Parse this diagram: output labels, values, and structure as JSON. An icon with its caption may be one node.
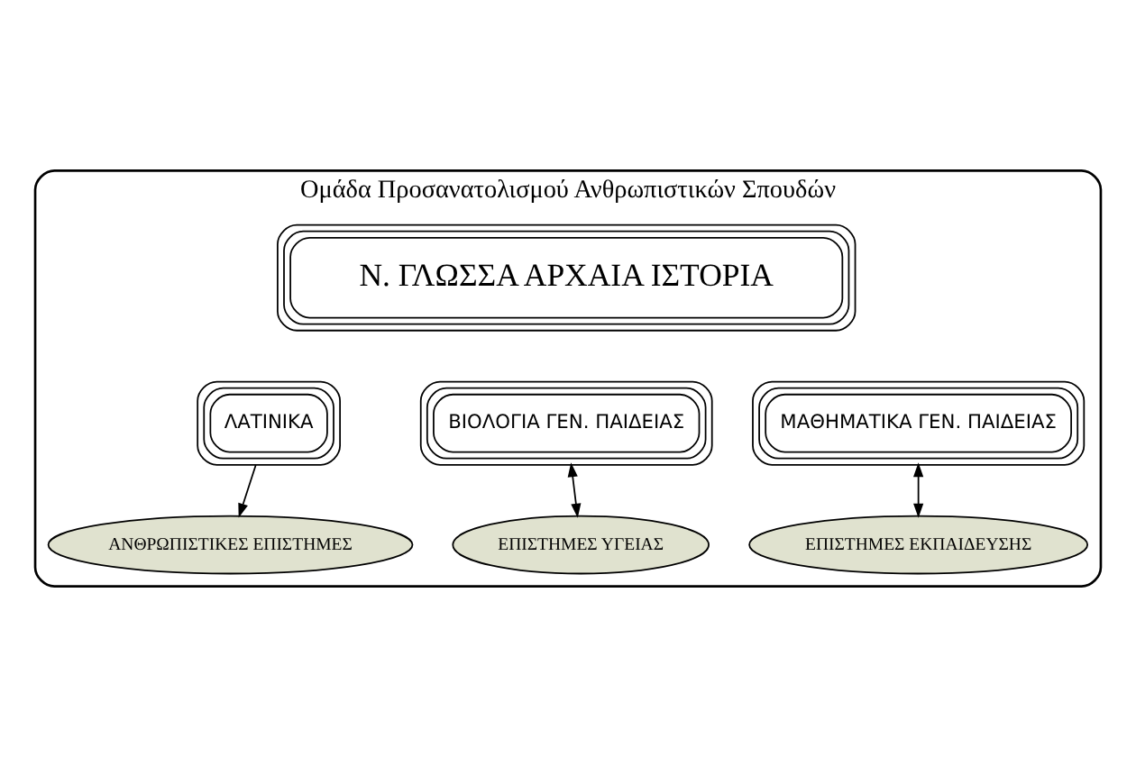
{
  "diagram": {
    "nodes": [
      {
        "text": [
          "Ομάδα Προσανατολισμού Ανθρωπιστικών Σπουδών"
        ]
      },
      {
        "text": [
          "Ν. ΓΛΩΣΣΑ ΑΡΧΑΙΑ ΙΣΤΟΡΙΑ"
        ],
        "in": 0
      },
      {
        "text": [
          "ΛΑΤΙΝΙΚΑ"
        ],
        "in": 0
      },
      {
        "text": [
          "ΒΙΟΛΟΓΙΑ ΓΕΝ. ΠΑΙΔΕΙΑΣ"
        ],
        "in": 0
      },
      {
        "text": [
          "ΜΑΘΗΜΑΤΙΚΑ ΓΕΝ. ΠΑΙΔΕΙΑΣ"
        ],
        "in": 0
      },
      {
        "text": [
          "ΑΝΘΡΩΠΙΣΤΙΚΕΣ ΕΠΙΣΤΗΜΕΣ"
        ],
        "in": 0
      },
      {
        "text": [
          "ΕΠΙΣΤΗΜΕΣ ΥΓΕΙΑΣ"
        ],
        "in": 0
      },
      {
        "text": [
          "ΕΠΙΣΤΗΜΕΣ ΕΚΠΑΙΔΕΥΣΗΣ"
        ],
        "in": 0
      }
    ],
    "edges": [
      {
        "from": 2,
        "to": 5,
        "arrow": "to"
      },
      {
        "from": 3,
        "to": 6,
        "arrow": "both"
      },
      {
        "from": 4,
        "to": 7,
        "arrow": "both"
      }
    ]
  }
}
